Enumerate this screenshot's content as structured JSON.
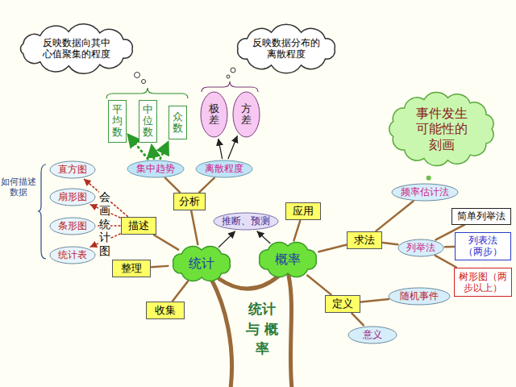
{
  "diagram": {
    "title": "统计 与 概率",
    "nodes": [
      {
        "text": [
          "反映数据向其中心值聚集的程度"
        ]
      },
      {
        "text": [
          "反映数据分布的离散程度"
        ]
      },
      {
        "text": [
          "事件发生 可能性的 刻画"
        ]
      },
      {
        "text": [
          "平均数"
        ]
      },
      {
        "text": [
          "中位数"
        ]
      },
      {
        "text": [
          "众数"
        ]
      },
      {
        "text": [
          "极差"
        ]
      },
      {
        "text": [
          "方差"
        ]
      },
      {
        "text": [
          "集中趋势"
        ]
      },
      {
        "text": [
          "离散程度"
        ]
      },
      {
        "text": [
          "直方图"
        ]
      },
      {
        "text": [
          "频率估计法"
        ]
      },
      {
        "text": [
          "扇形图"
        ]
      },
      {
        "text": [
          "分析"
        ]
      },
      {
        "text": [
          "应用"
        ]
      },
      {
        "text": [
          "简单列举法"
        ]
      },
      {
        "text": [
          "推断、预测"
        ]
      },
      {
        "text": [
          "条形图"
        ]
      },
      {
        "text": [
          "描述"
        ]
      },
      {
        "text": [
          "求法"
        ]
      },
      {
        "text": [
          "列举法"
        ]
      },
      {
        "text": [
          "列表法（两步）"
        ]
      },
      {
        "text": [
          "统计表"
        ]
      },
      {
        "text": [
          "统计"
        ]
      },
      {
        "text": [
          "概率"
        ]
      },
      {
        "text": [
          "整理"
        ]
      },
      {
        "text": [
          "树形图（两步以上）"
        ]
      },
      {
        "text": [
          "随机事件"
        ]
      },
      {
        "text": [
          "定义"
        ]
      },
      {
        "text": [
          "收集"
        ]
      },
      {
        "text": [
          "意义"
        ]
      }
    ],
    "edges": [
      {
        "from": 8,
        "to": 3,
        "arrow": "to"
      },
      {
        "from": 8,
        "to": 4,
        "arrow": "to"
      },
      {
        "from": 8,
        "to": 5,
        "arrow": "to"
      },
      {
        "from": 9,
        "to": 6,
        "arrow": "to"
      },
      {
        "from": 9,
        "to": 7,
        "arrow": "to"
      },
      {
        "from": 13,
        "to": 8,
        "arrow": "none"
      },
      {
        "from": 13,
        "to": 9,
        "arrow": "none"
      },
      {
        "from": 18,
        "to": 10,
        "arrow": "to"
      },
      {
        "from": 18,
        "to": 12,
        "arrow": "to"
      },
      {
        "from": 18,
        "to": 17,
        "arrow": "to"
      },
      {
        "from": 18,
        "to": 22,
        "arrow": "to"
      },
      {
        "from": 23,
        "to": 13,
        "arrow": "none"
      },
      {
        "from": 23,
        "to": 18,
        "arrow": "none"
      },
      {
        "from": 23,
        "to": 25,
        "arrow": "none"
      },
      {
        "from": 23,
        "to": 29,
        "arrow": "none"
      },
      {
        "from": 23,
        "to": 16,
        "arrow": "to"
      },
      {
        "from": 24,
        "to": 16,
        "arrow": "to"
      },
      {
        "from": 24,
        "to": 14,
        "arrow": "none"
      },
      {
        "from": 24,
        "to": 19,
        "arrow": "none"
      },
      {
        "from": 24,
        "to": 28,
        "arrow": "none"
      },
      {
        "from": 19,
        "to": 11,
        "arrow": "none"
      },
      {
        "from": 19,
        "to": 20,
        "arrow": "none"
      },
      {
        "from": 20,
        "to": 15,
        "arrow": "none"
      },
      {
        "from": 20,
        "to": 21,
        "arrow": "none"
      },
      {
        "from": 20,
        "to": 26,
        "arrow": "none"
      },
      {
        "from": 28,
        "to": 27,
        "arrow": "none"
      },
      {
        "from": 28,
        "to": 30,
        "arrow": "none"
      },
      {
        "from": 11,
        "to": 2,
        "arrow": "none"
      }
    ],
    "labels": [
      "如何描述数据",
      "会画统计图"
    ]
  }
}
